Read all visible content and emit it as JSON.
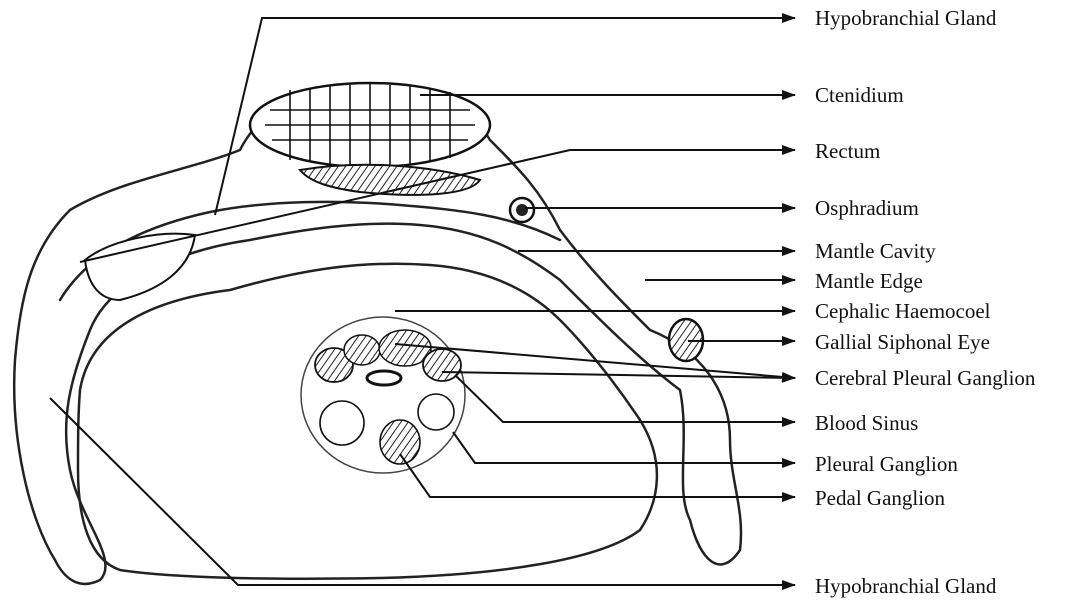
{
  "diagram": {
    "labels": [
      {
        "id": "hypobranchial-gland-top",
        "text": "Hypobranchial Gland"
      },
      {
        "id": "ctenidium",
        "text": "Ctenidium"
      },
      {
        "id": "rectum",
        "text": "Rectum"
      },
      {
        "id": "osphradium",
        "text": "Osphradium"
      },
      {
        "id": "mantle-cavity",
        "text": "Mantle Cavity"
      },
      {
        "id": "mantle-edge",
        "text": "Mantle Edge"
      },
      {
        "id": "cephalic-haemocoel",
        "text": "Cephalic Haemocoel"
      },
      {
        "id": "siphonal-eye",
        "text": "Gallial Siphonal Eye"
      },
      {
        "id": "cerebral-pleural-ganglion",
        "text": "Cerebral Pleural Ganglion"
      },
      {
        "id": "blood-sinus",
        "text": "Blood Sinus"
      },
      {
        "id": "pleural-ganglion",
        "text": "Pleural Ganglion"
      },
      {
        "id": "pedal-ganglion",
        "text": "Pedal Ganglion"
      },
      {
        "id": "hypobranchial-gland-bottom",
        "text": "Hypobranchial Gland"
      }
    ]
  }
}
